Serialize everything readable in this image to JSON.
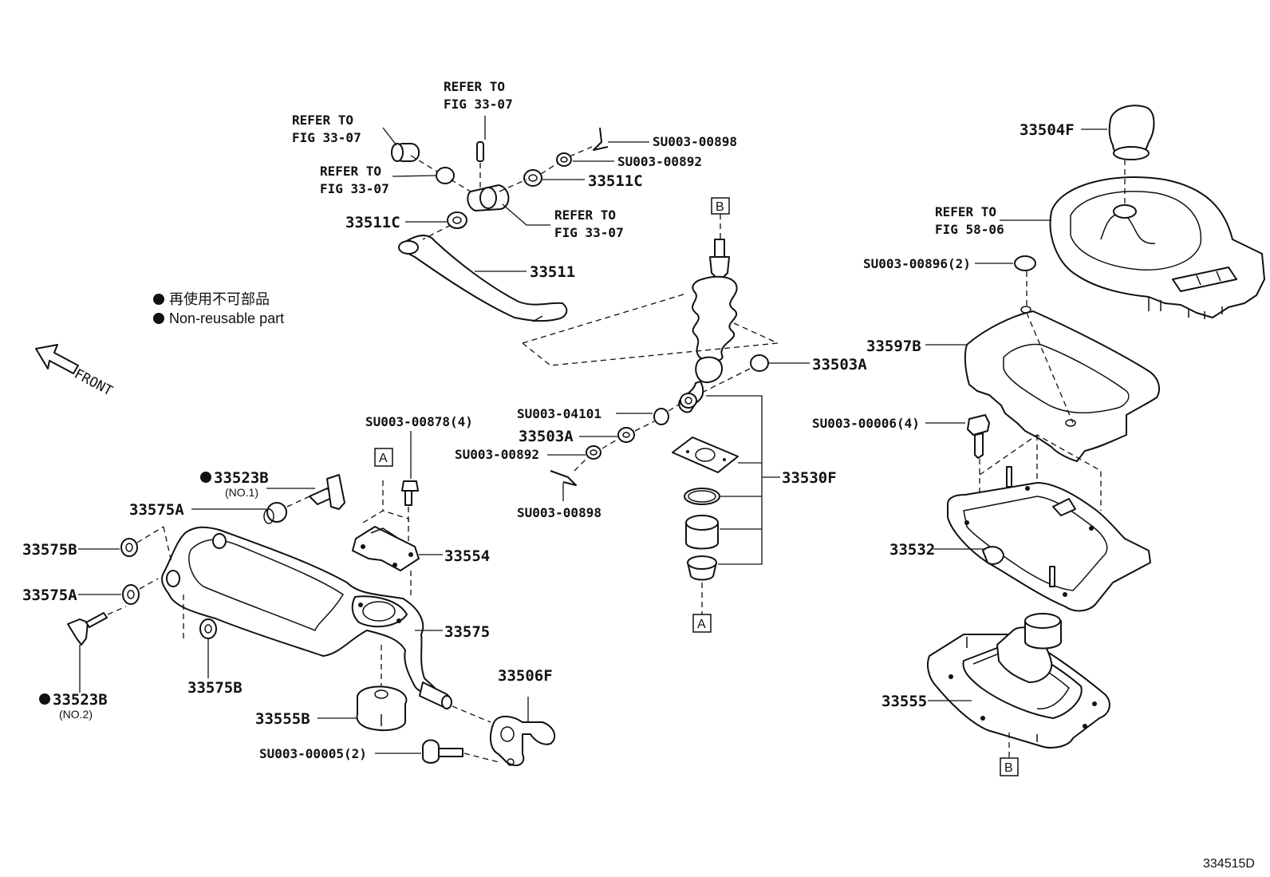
{
  "diagram_id": "334515D",
  "legend": {
    "ja": "再使用不可部品",
    "en": "Non-reusable part"
  },
  "front_label": "FRONT",
  "ref_labels": {
    "fig3307_a_l1": "REFER TO",
    "fig3307_a_l2": "FIG 33-07",
    "fig3307_b_l1": "REFER TO",
    "fig3307_b_l2": "FIG 33-07",
    "fig3307_c_l1": "REFER TO",
    "fig3307_c_l2": "FIG 33-07",
    "fig3307_d_l1": "REFER TO",
    "fig3307_d_l2": "FIG 33-07",
    "fig5806_l1": "REFER TO",
    "fig5806_l2": "FIG 58-06"
  },
  "parts": {
    "p33504F": "33504F",
    "p33511C_right": "33511C",
    "p33511C_left": "33511C",
    "p33511": "33511",
    "p33503A_right": "33503A",
    "p33503A_mid": "33503A",
    "p33530F": "33530F",
    "p33597B": "33597B",
    "p33532": "33532",
    "p33555": "33555",
    "p33554": "33554",
    "p33575": "33575",
    "p33575A_top": "33575A",
    "p33575A_left": "33575A",
    "p33575B_left": "33575B",
    "p33575B_bottom": "33575B",
    "p33523B_top": "33523B",
    "p33523B_bottom": "33523B",
    "p33523B_top_sub": "(NO.1)",
    "p33523B_bottom_sub": "(NO.2)",
    "p33506F": "33506F",
    "p33555B": "33555B",
    "su00898_top": "SU003-00898",
    "su00892_top": "SU003-00892",
    "su00896": "SU003-00896(2)",
    "su00006": "SU003-00006(4)",
    "su04101": "SU003-04101",
    "su00892_mid": "SU003-00892",
    "su00898_mid": "SU003-00898",
    "su00878": "SU003-00878(4)",
    "su00005": "SU003-00005(2)"
  },
  "markers": {
    "b_top": "B",
    "b_bottom": "B",
    "a_left": "A",
    "a_mid": "A"
  }
}
